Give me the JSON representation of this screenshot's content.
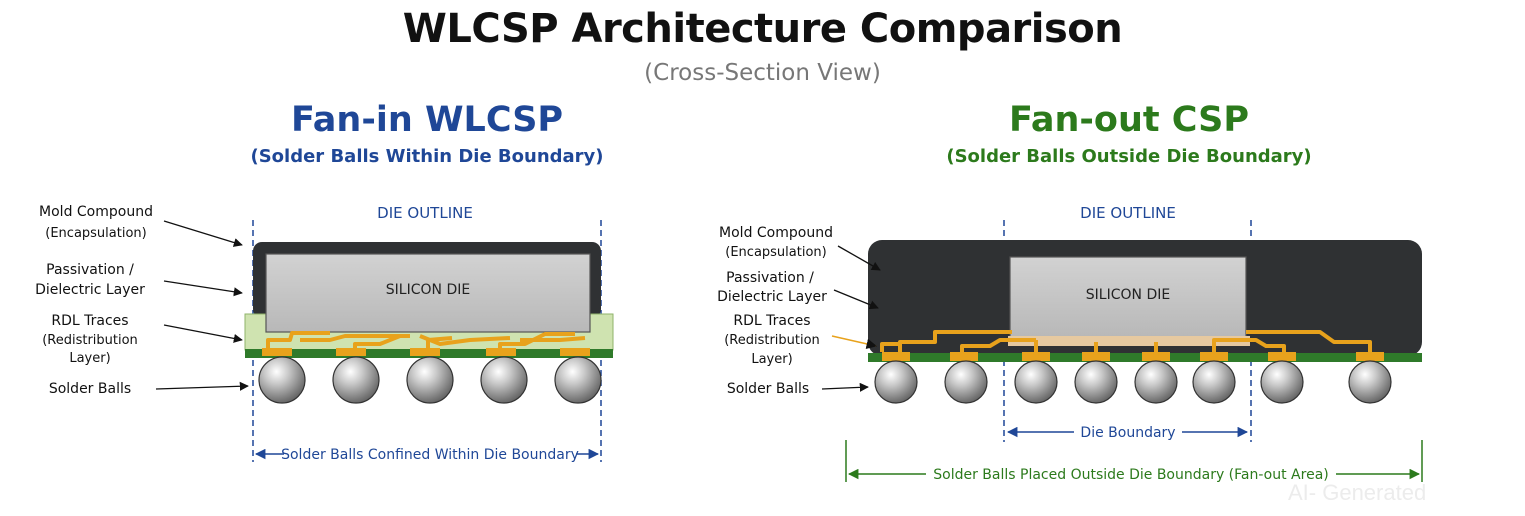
{
  "title": "WLCSP Architecture Comparison",
  "subtitle": "(Cross-Section View)",
  "fan_in": {
    "heading": "Fan-in WLCSP",
    "subheading": "(Solder Balls Within Die Boundary)",
    "die_outline": "DIE OUTLINE",
    "die_label": "SILICON DIE",
    "labels": {
      "mold_1": "Mold Compound",
      "mold_2": "(Encapsulation)",
      "passivation_1": "Passivation /",
      "passivation_2": "Dielectric Layer",
      "rdl_1": "RDL Traces",
      "rdl_2": "(Redistribution",
      "rdl_3": "Layer)",
      "balls": "Solder Balls"
    },
    "dimension": "Solder Balls Confined Within Die Boundary"
  },
  "fan_out": {
    "heading": "Fan-out CSP",
    "subheading": "(Solder Balls Outside Die Boundary)",
    "die_outline": "DIE OUTLINE",
    "die_label": "SILICON DIE",
    "labels": {
      "mold_1": "Mold Compound",
      "mold_2": "(Encapsulation)",
      "passivation_1": "Passivation /",
      "passivation_2": "Dielectric Layer",
      "rdl_1": "RDL Traces",
      "rdl_2": "(Redistribution",
      "rdl_3": "Layer)",
      "balls": "Solder Balls"
    },
    "die_boundary": "Die Boundary",
    "fanout_dimension": "Solder Balls Placed Outside Die Boundary (Fan-out Area)"
  },
  "watermark": "AI- Generated",
  "colors": {
    "fan_in_accent": "#1f4797",
    "fan_out_accent": "#2c7a1c",
    "mold": "#2f3133",
    "die": "#c4c4c4",
    "passivation": "#cfe3b0",
    "rdl": "#e8a21c",
    "substrate": "#2f7a2a",
    "solder": "#9a9a9a"
  }
}
